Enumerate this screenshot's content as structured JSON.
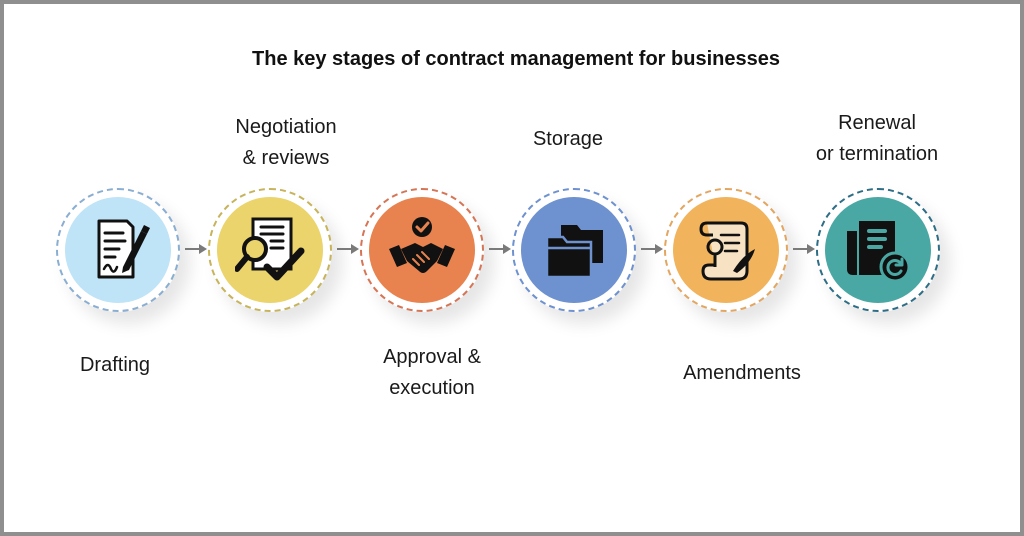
{
  "title": "The key stages of contract management for businesses",
  "stages": [
    {
      "label_lines": [
        "Drafting"
      ],
      "icon": "contract-pen-icon",
      "fill": "#bfe3f7",
      "ring": "#8aaed2"
    },
    {
      "label_lines": [
        "Negotiation",
        "& reviews"
      ],
      "icon": "document-magnifier-check-icon",
      "fill": "#ead46b",
      "ring": "#c7b45a"
    },
    {
      "label_lines": [
        "Approval &",
        "execution"
      ],
      "icon": "handshake-check-icon",
      "fill": "#e88350",
      "ring": "#d67555"
    },
    {
      "label_lines": [
        "Storage"
      ],
      "icon": "folders-icon",
      "fill": "#6e91cf",
      "ring": "#6e91cf"
    },
    {
      "label_lines": [
        "Amendments"
      ],
      "icon": "scroll-quill-icon",
      "fill": "#f1b45d",
      "ring": "#e3a660"
    },
    {
      "label_lines": [
        "Renewal",
        "or termination"
      ],
      "icon": "document-renew-icon",
      "fill": "#4aa8a4",
      "ring": "#2d6d86"
    }
  ]
}
